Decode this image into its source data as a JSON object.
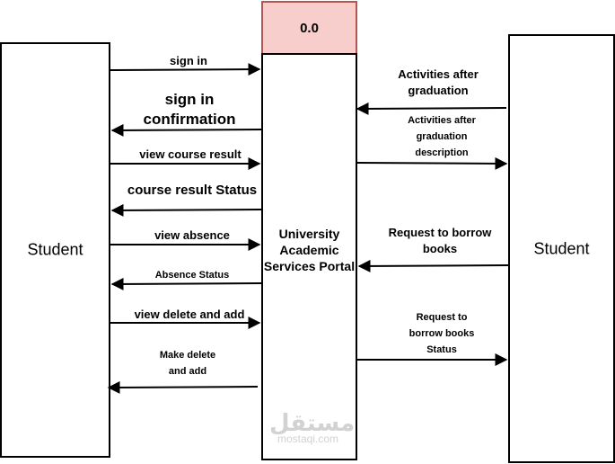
{
  "left_entity": {
    "label": "Student"
  },
  "right_entity": {
    "label": "Student"
  },
  "process": {
    "id": "0.0",
    "name": "University\nAcademic\nServices\nPortal"
  },
  "flows": {
    "sign_in": "sign in",
    "sign_in_confirmation": "sign in\nconfirmation",
    "view_course_result": "view course result",
    "course_result_status": "course result Status",
    "view_absence": "view absence",
    "absence_status": "Absence Status",
    "view_delete_and_add": "view delete and add",
    "make_delete_and_add": "Make delete\nand add",
    "activities_after_graduation": "Activities after\ngraduation",
    "activities_after_graduation_description": "Activities after\ngraduation\ndescription",
    "request_to_borrow_books": "Request to borrow\nbooks",
    "request_to_borrow_books_status": "Request to\nborrow books\nStatus"
  },
  "watermark": {
    "arabic": "مستقل",
    "latin": "mostaqi.com"
  },
  "colors": {
    "process_fill": "#f8cecc",
    "process_border": "#b85450",
    "line": "#000000"
  }
}
